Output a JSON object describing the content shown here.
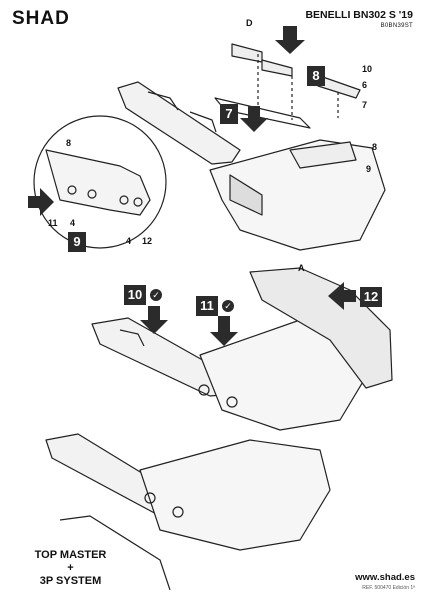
{
  "header": {
    "brand": "SHAD",
    "model": "BENELLI BN302 S '19",
    "code": "B0BN39ST"
  },
  "steps": {
    "s7": "7",
    "s8": "8",
    "s9": "9",
    "s10": "10",
    "s11": "11",
    "s12": "12"
  },
  "callouts": {
    "d": "D",
    "n10": "10",
    "n6": "6",
    "n7": "7",
    "n8a": "8",
    "n9": "9",
    "n8b": "8",
    "n11": "11",
    "n4a": "4",
    "n4b": "4",
    "n12": "12",
    "a": "A"
  },
  "footer": {
    "note_line1": "TOP MASTER",
    "note_plus": "+",
    "note_line2": "3P SYSTEM",
    "url": "www.shad.es",
    "ref": "REF. 500470 Edición 1ª"
  }
}
